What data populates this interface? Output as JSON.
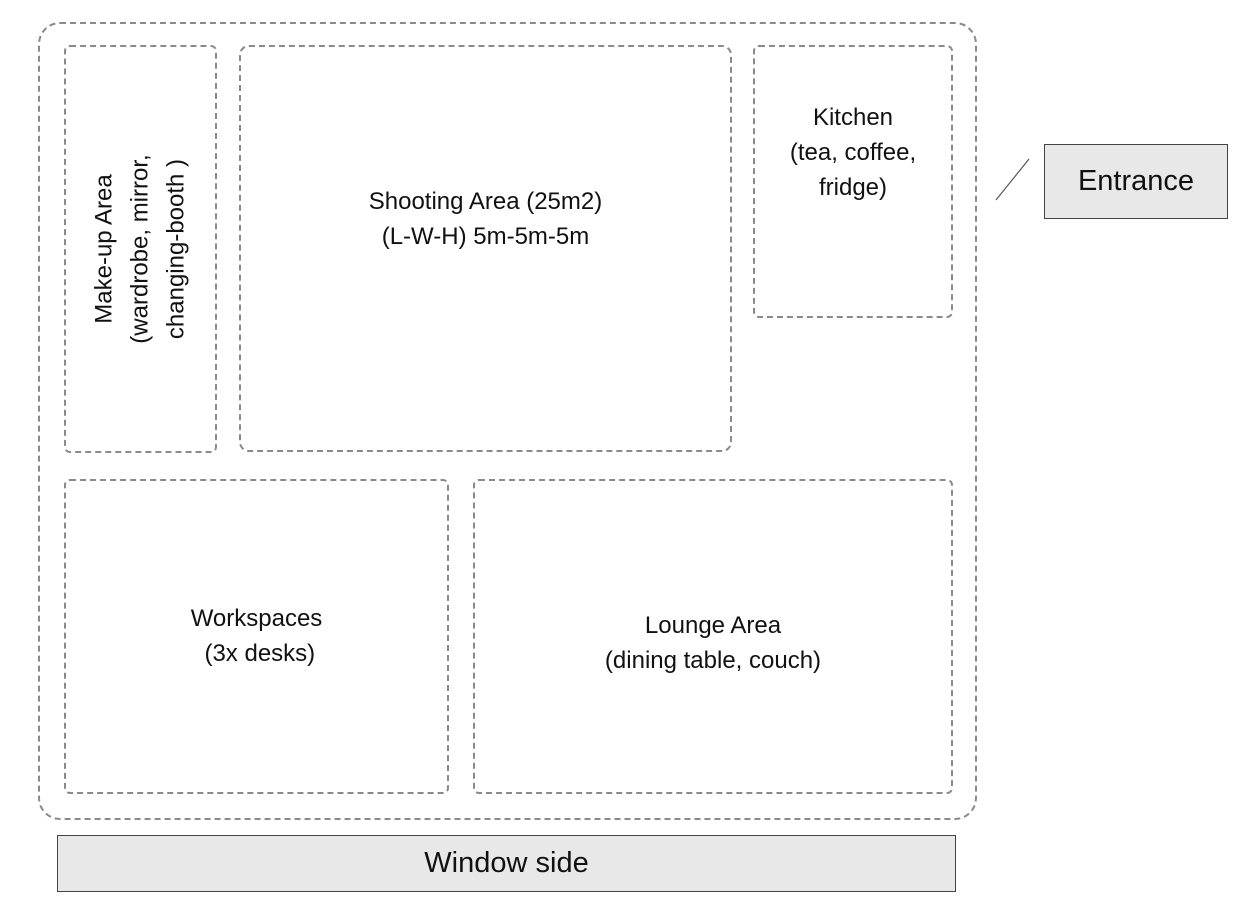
{
  "zones": {
    "makeup": {
      "line1": "Make-up Area",
      "line2": "(wardrobe, mirror,",
      "line3": "changing-booth )"
    },
    "shooting": {
      "line1": "Shooting Area (25m2)",
      "line2": "(L-W-H) 5m-5m-5m"
    },
    "kitchen": {
      "line1": "Kitchen",
      "line2": "(tea, coffee,",
      "line3": "fridge)"
    },
    "workspaces": {
      "line1": "Workspaces",
      "line2": " (3x desks)"
    },
    "lounge": {
      "line1": "Lounge Area",
      "line2": "(dining table, couch)"
    }
  },
  "labels": {
    "window_side": "Window side",
    "entrance": "Entrance"
  },
  "colors": {
    "dashed_border": "#8a8a8a",
    "label_box_fill": "#e8e8e8"
  }
}
